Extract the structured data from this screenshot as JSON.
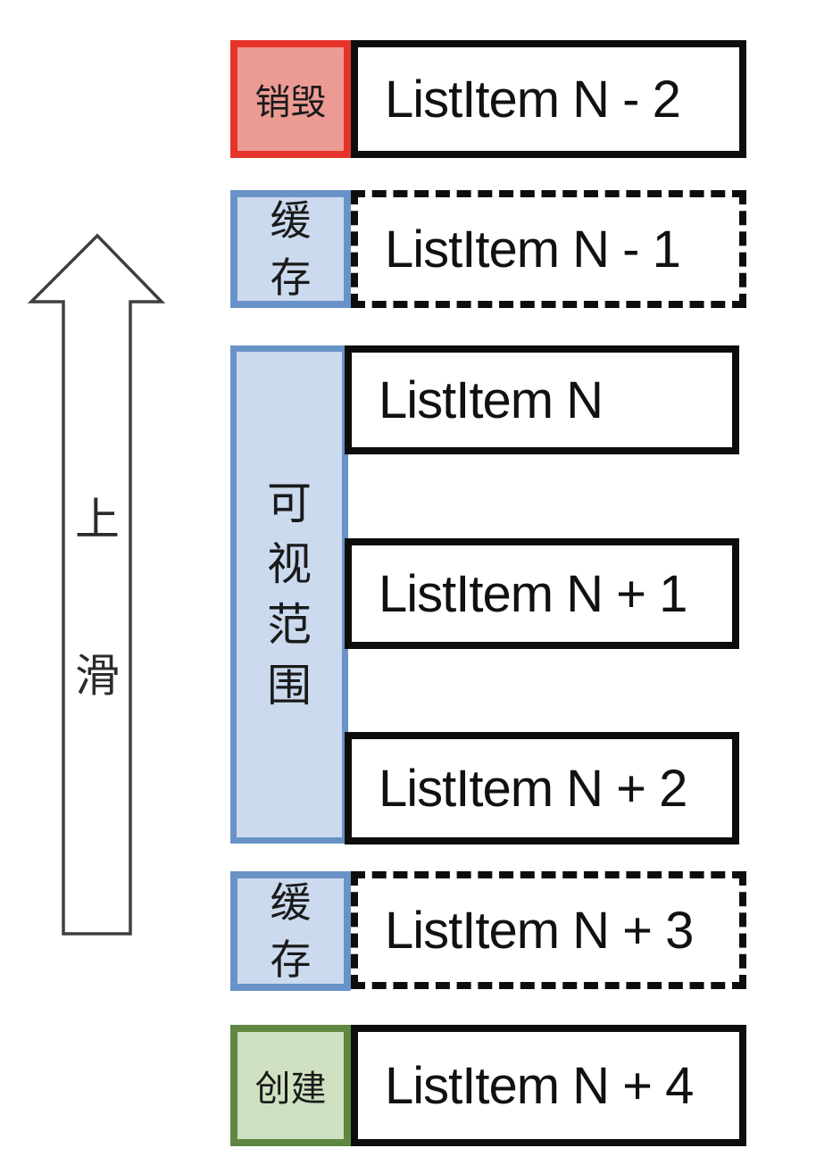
{
  "arrow": {
    "label": "上滑",
    "direction": "up"
  },
  "visible_range": {
    "label": "可视范围"
  },
  "rows": [
    {
      "type": "destroy",
      "label": "销毁",
      "item": "ListItem N - 2",
      "border": "solid"
    },
    {
      "type": "cache",
      "label": "缓存",
      "item": "ListItem N - 1",
      "border": "dashed"
    },
    {
      "type": "visible",
      "item": "ListItem N",
      "border": "solid"
    },
    {
      "type": "visible",
      "item": "ListItem N + 1",
      "border": "solid"
    },
    {
      "type": "visible",
      "item": "ListItem N + 2",
      "border": "solid"
    },
    {
      "type": "cache",
      "label": "缓存",
      "item": "ListItem N + 3",
      "border": "dashed"
    },
    {
      "type": "create",
      "label": "创建",
      "item": "ListItem N + 4",
      "border": "solid"
    }
  ],
  "colors": {
    "destroy_border": "#e6342b",
    "destroy_fill": "#ec9b94",
    "cache_border": "#6993c8",
    "cache_fill": "#cbdaee",
    "create_border": "#5f8741",
    "create_fill": "#cfe0c0",
    "item_border": "#0d0d0d",
    "arrow_outline": "#3f3f3f"
  }
}
